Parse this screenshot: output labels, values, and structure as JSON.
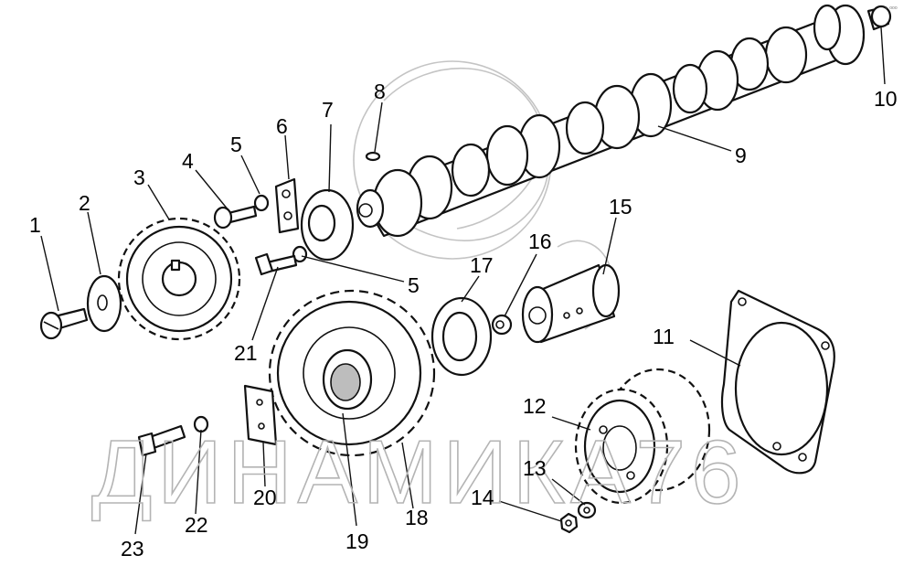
{
  "watermark": {
    "text": "ДИНАМИКА76"
  },
  "corner_mark": "z  ooo",
  "callouts": {
    "c1": "1",
    "c2": "2",
    "c3": "3",
    "c4": "4",
    "c5a": "5",
    "c5b": "5",
    "c6": "6",
    "c7": "7",
    "c8": "8",
    "c9": "9",
    "c10": "10",
    "c11": "11",
    "c12": "12",
    "c13": "13",
    "c14": "14",
    "c15": "15",
    "c16": "16",
    "c17": "17",
    "c18": "18",
    "c19": "19",
    "c20": "20",
    "c21": "21",
    "c22": "22",
    "c23": "23"
  }
}
